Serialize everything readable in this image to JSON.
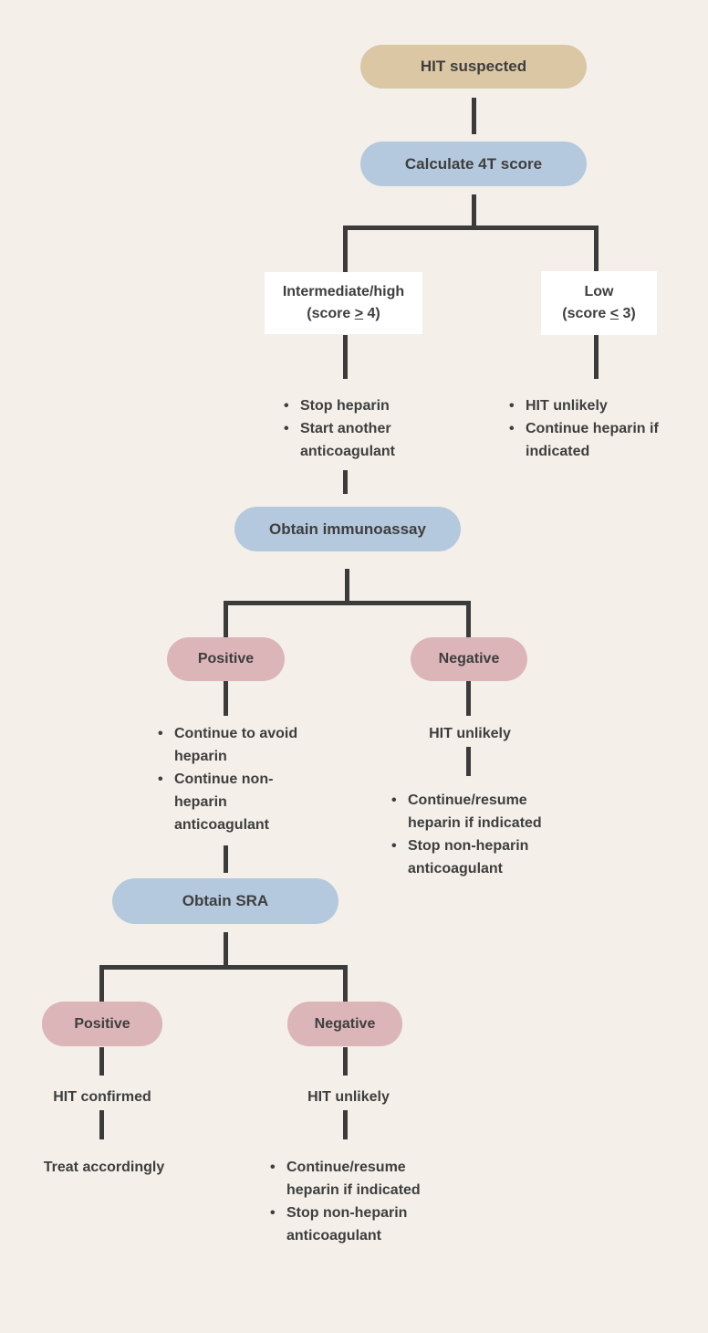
{
  "colors": {
    "background": "#f4f0e9",
    "node-tan": "#dbc7a4",
    "node-blue": "#b5c9de",
    "node-pink": "#dcb5b9",
    "node-white": "#ffffff",
    "line": "#3b3b3b",
    "text": "#3e3e3e"
  },
  "flow": {
    "hit_suspected": "HIT suspected",
    "calculate_4t": "Calculate 4T score",
    "intermediate_high": {
      "line1": "Intermediate/high",
      "prefix": "(score",
      "op": ">",
      "suffix": "4)"
    },
    "low": {
      "line1": "Low",
      "prefix": "(score",
      "op": "<",
      "suffix": "3)"
    },
    "intermediate_actions": {
      "items": [
        "Stop heparin",
        "Start another anticoagulant"
      ]
    },
    "low_actions": {
      "items": [
        "HIT unlikely",
        "Continue heparin if indicated"
      ]
    },
    "obtain_immunoassay": "Obtain immunoassay",
    "immuno_positive": "Positive",
    "immuno_negative": "Negative",
    "immuno_positive_actions": {
      "items": [
        "Continue to avoid heparin",
        "Continue non-heparin anticoagulant"
      ]
    },
    "immuno_negative_result": "HIT unlikely",
    "immuno_negative_actions": {
      "items": [
        "Continue/resume heparin if indicated",
        "Stop non-heparin anticoagulant"
      ]
    },
    "obtain_sra": "Obtain SRA",
    "sra_positive": "Positive",
    "sra_negative": "Negative",
    "sra_positive_result": "HIT confirmed",
    "sra_positive_action": "Treat accordingly",
    "sra_negative_result": "HIT unlikely",
    "sra_negative_actions": {
      "items": [
        "Continue/resume heparin if indicated",
        "Stop non-heparin anticoagulant"
      ]
    }
  }
}
